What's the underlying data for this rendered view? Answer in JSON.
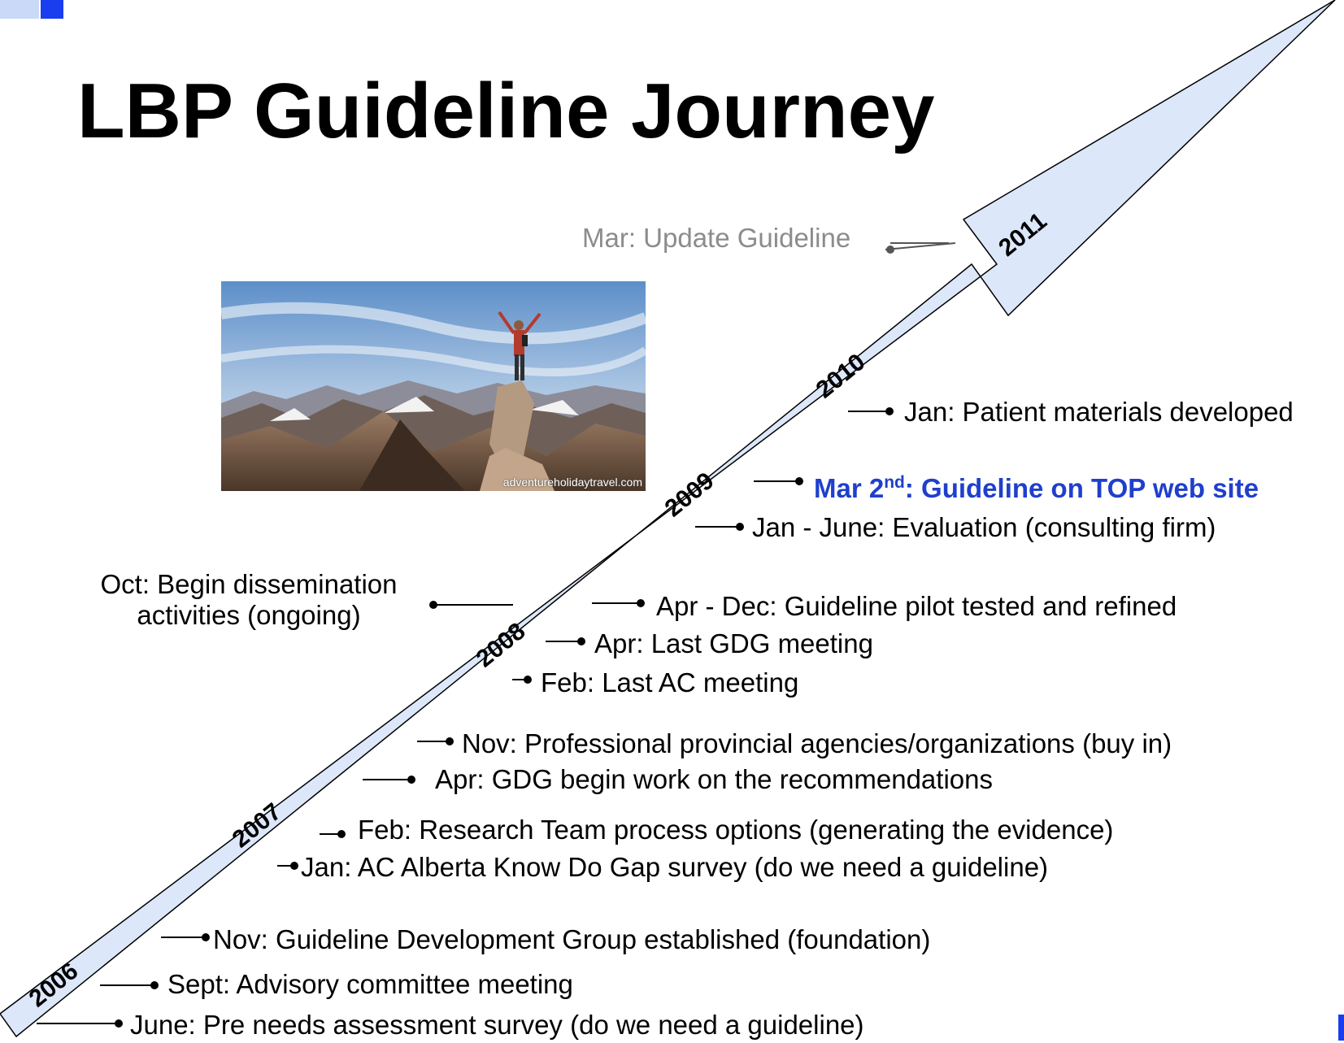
{
  "title": "LBP Guideline Journey",
  "years": [
    "2006",
    "2007",
    "2008",
    "2009",
    "2010",
    "2011"
  ],
  "events": {
    "e2011_mar": "Mar: Update Guideline",
    "e2010_jan": "Jan: Patient materials developed",
    "e2009_mar_pre": "Mar 2",
    "e2009_mar_sup": "nd",
    "e2009_mar_post": ": Guideline on TOP web site",
    "e2009_jan": "Jan - June: Evaluation (consulting firm)",
    "e2008_oct_line1": "Oct: Begin dissemination",
    "e2008_oct_line2": "activities (ongoing)",
    "e2008_aprdec": "Apr - Dec: Guideline pilot tested and refined",
    "e2008_apr": "Apr: Last GDG meeting",
    "e2008_feb": "Feb: Last AC meeting",
    "e2007_nov": "Nov: Professional provincial agencies/organizations (buy in)",
    "e2007_apr": "Apr: GDG begin work on the recommendations",
    "e2007_feb": "Feb: Research Team process options (generating the evidence)",
    "e2007_jan": "Jan: AC Alberta Know Do Gap survey (do we need a guideline)",
    "e2006_nov": "Nov: Guideline Development Group established (foundation)",
    "e2006_sept": "Sept: Advisory committee meeting",
    "e2006_june": "June: Pre needs assessment survey (do we need a guideline)"
  },
  "photo": {
    "credit": "adventureholidaytravel.com",
    "alt": "Person standing with arms raised on a mountain peak"
  },
  "colors": {
    "arrow_fill": "#dce7fa",
    "arrow_stroke": "#000000",
    "highlight": "#1f3fcc",
    "muted": "#8c8c8c"
  }
}
